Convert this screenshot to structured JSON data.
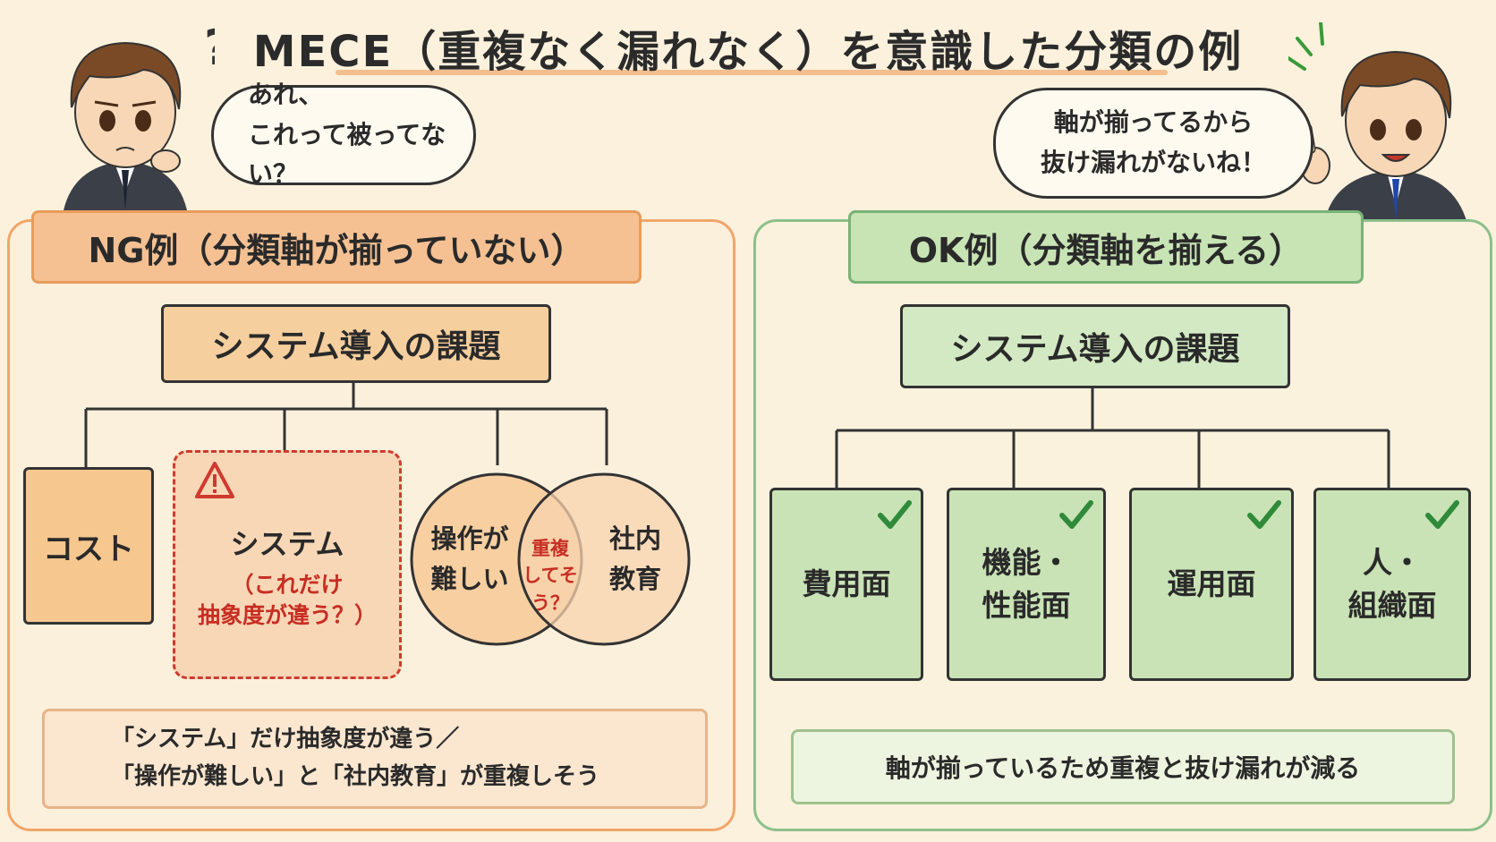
{
  "title": "MECE（重複なく漏れなく）を意識した分類の例",
  "left_bubble": {
    "line1": "あれ、",
    "line2": "これって被ってない？"
  },
  "right_bubble": {
    "line1": "軸が揃ってるから",
    "line2": "抜け漏れがないね！"
  },
  "ng": {
    "header": "NG例（分類軸が揃っていない）",
    "root": "システム導入の課題",
    "cost": "コスト",
    "system": "システム",
    "system_note1": "（これだけ",
    "system_note2": "抽象度が違う？）",
    "venn_left1": "操作が",
    "venn_left2": "難しい",
    "venn_right1": "社内",
    "venn_right2": "教育",
    "venn_center1": "重複",
    "venn_center2": "してそう？",
    "summary1": "「システム」だけ抽象度が違う／",
    "summary2": "「操作が難しい」と「社内教育」が重複しそう"
  },
  "ok": {
    "header": "OK例（分類軸を揃える）",
    "root": "システム導入の課題",
    "items": [
      {
        "l1": "費用面",
        "l2": ""
      },
      {
        "l1": "機能・",
        "l2": "性能面"
      },
      {
        "l1": "運用面",
        "l2": ""
      },
      {
        "l1": "人・",
        "l2": "組織面"
      }
    ],
    "summary": "軸が揃っているため重複と抜け漏れが減る"
  },
  "colors": {
    "ng_accent": "#f0a66a",
    "ok_accent": "#8cc08a",
    "warning": "#cf3a2f",
    "check": "#2f8a3a"
  }
}
